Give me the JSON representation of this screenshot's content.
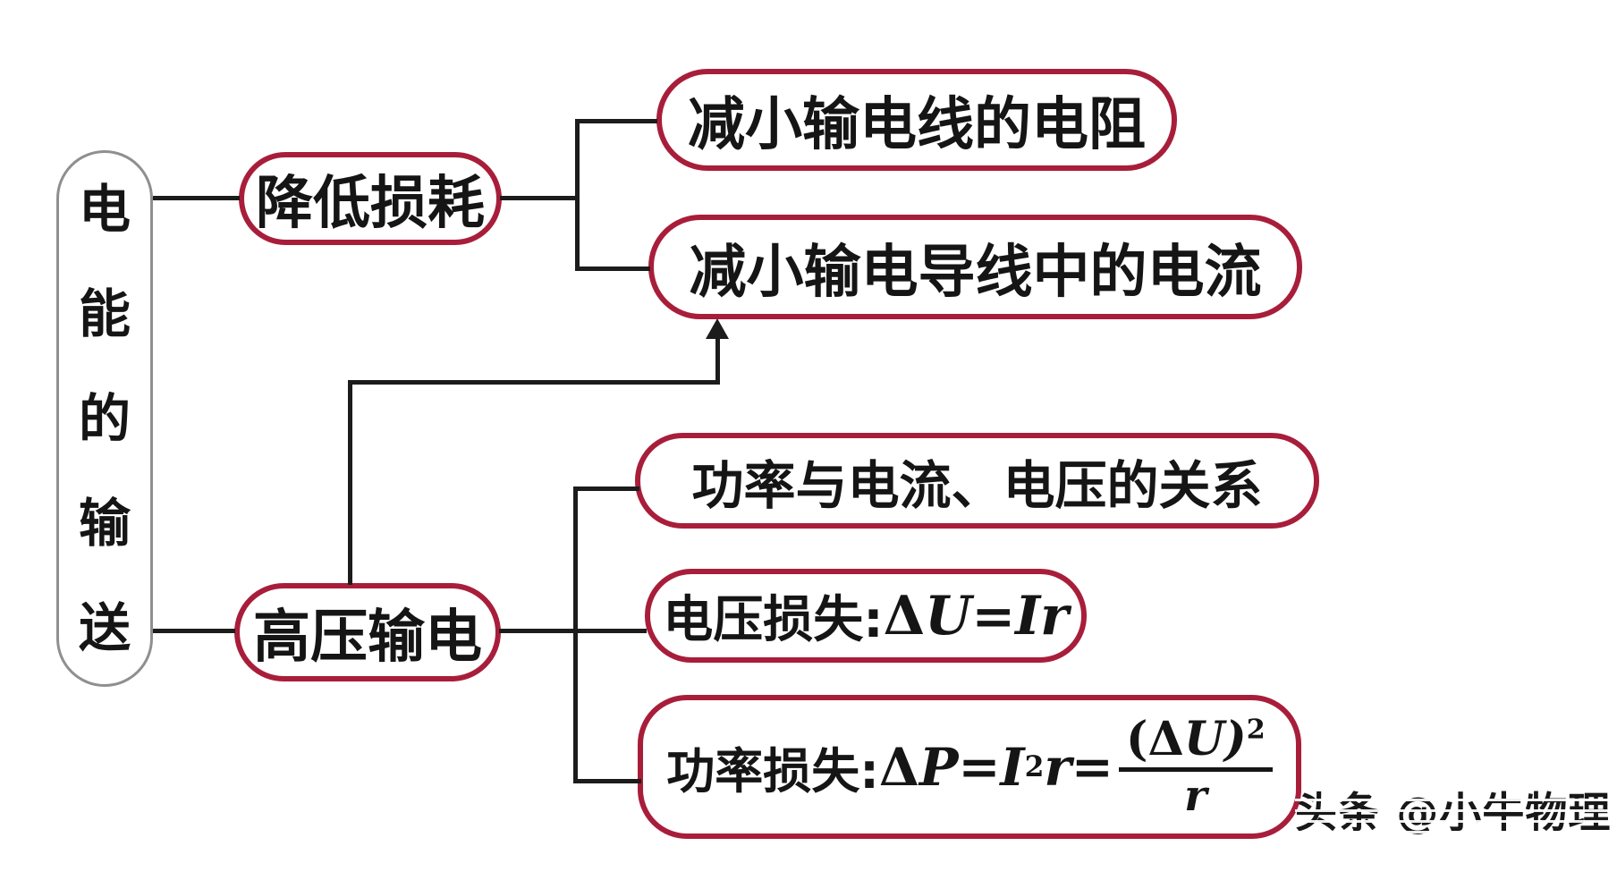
{
  "diagram": {
    "root": {
      "text": "电能的输送",
      "chars": [
        "电",
        "能",
        "的",
        "输",
        "送"
      ]
    },
    "branch_reduce_loss": {
      "label": "降低损耗",
      "children": {
        "reduce_resistance": "减小输电线的电阻",
        "reduce_current": "减小输电导线中的电流"
      }
    },
    "branch_hv": {
      "label": "高压输电",
      "children": {
        "power_relation": "功率与电流、电压的关系",
        "voltage_loss": {
          "prefix": "电压损失:",
          "delta": "Δ",
          "var_u": "U",
          "equals": "=",
          "var_ir": "Ir"
        },
        "power_loss": {
          "prefix": "功率损失:",
          "delta1": "Δ",
          "var_p": "P",
          "eq1": "=",
          "var_i": "I",
          "sup_i": "2",
          "var_r": "r",
          "eq2": "=",
          "num_open": "(",
          "num_delta": "Δ",
          "num_u_close": "U)",
          "num_sup": "2",
          "den_r": "r"
        }
      }
    },
    "watermark": "头条 @小牛物理",
    "colors": {
      "node_border": "#a81e3a",
      "root_border": "#8f8f8f",
      "connector": "#1c1c1c",
      "text": "#151515",
      "background": "#ffffff"
    }
  }
}
